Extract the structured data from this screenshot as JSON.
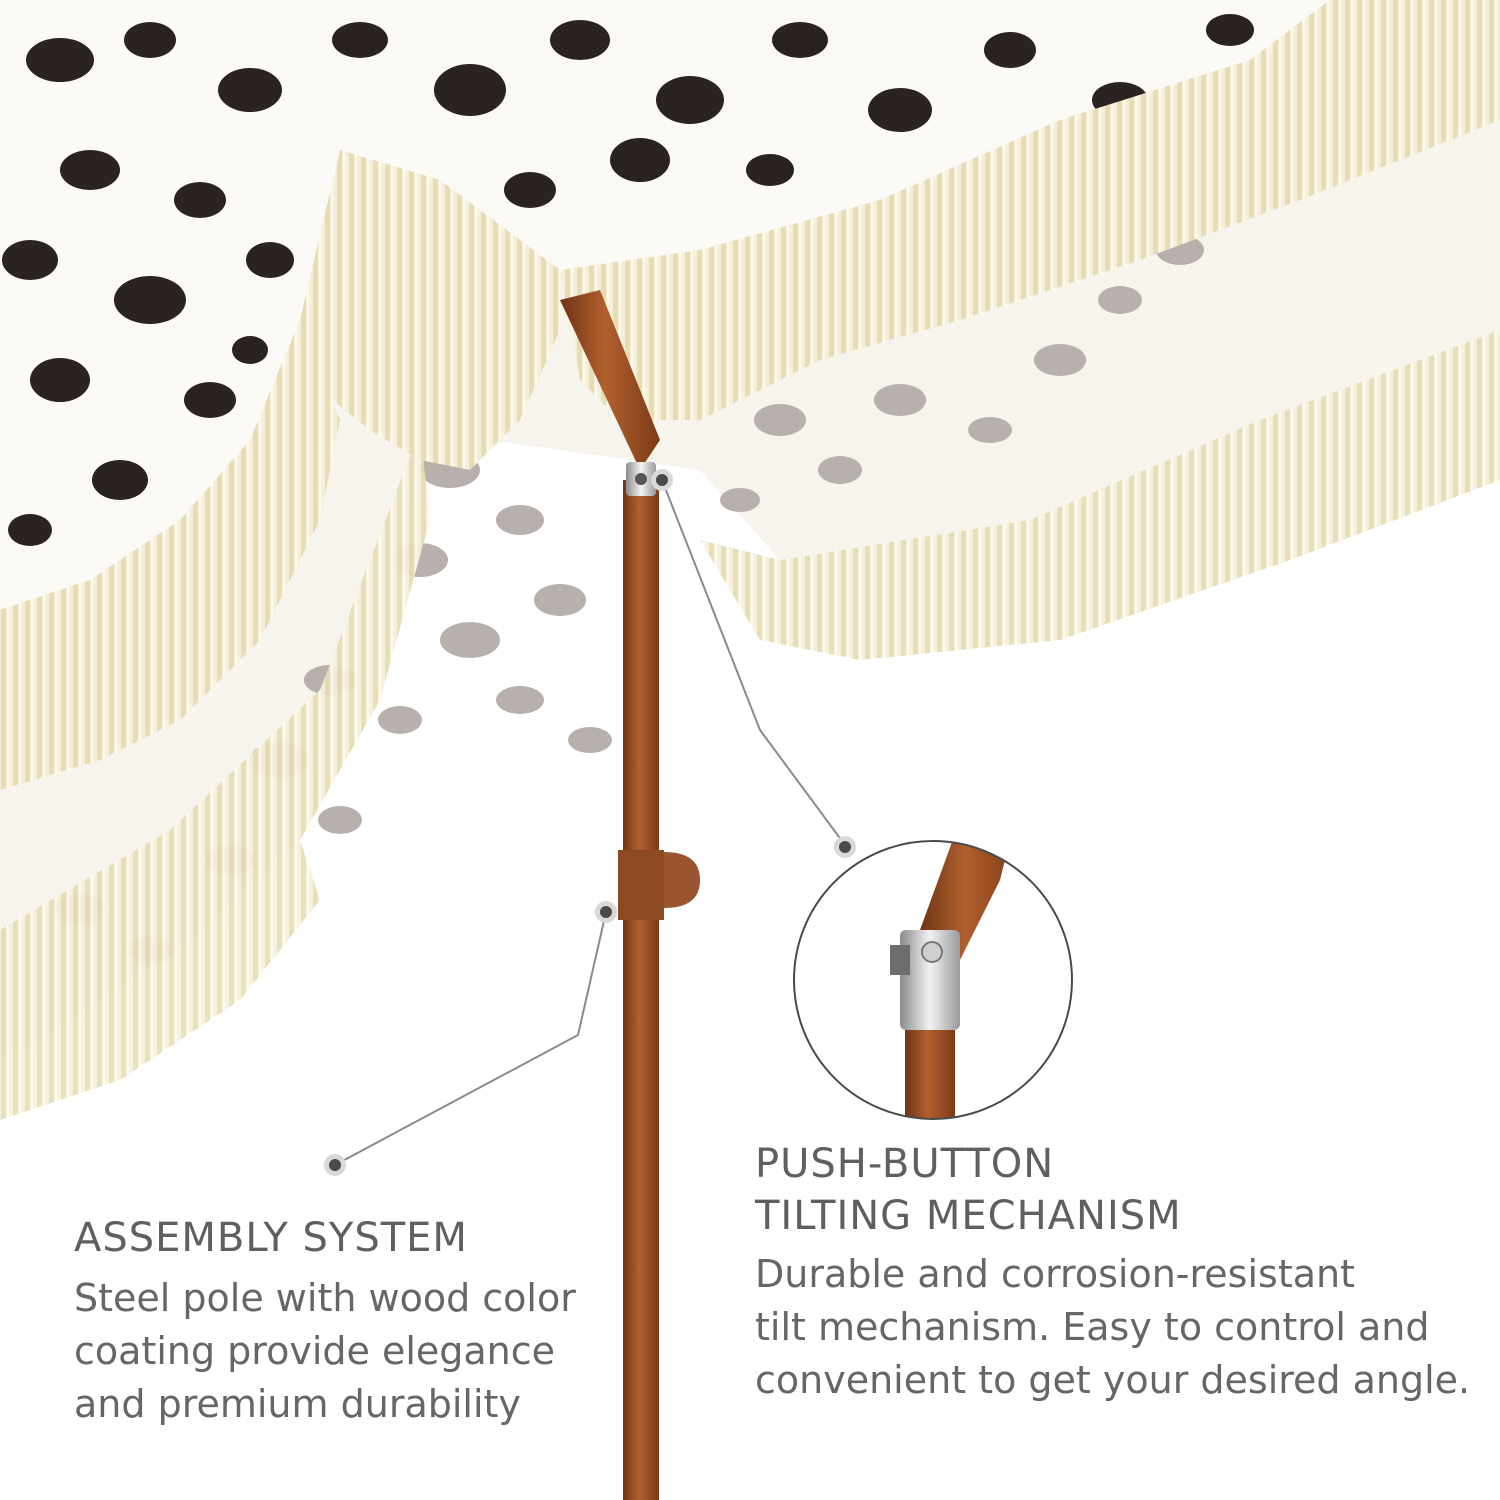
{
  "assembly": {
    "title": "ASSEMBLY SYSTEM",
    "description": "Steel pole with wood color\ncoating provide elegance\nand premium durability"
  },
  "tilt": {
    "title": "PUSH-BUTTON\nTILTING MECHANISM",
    "description": "Durable and corrosion-resistant\ntilt mechanism. Easy to control and\nconvenient to get your desired angle."
  },
  "colors": {
    "pole": "#a0552a",
    "fringe": "#efe7c8",
    "canopy": "#fbfaf6",
    "spot_dark": "#2b2222",
    "spot_light": "#b3adaa",
    "callout_line": "#8a8a8a"
  }
}
